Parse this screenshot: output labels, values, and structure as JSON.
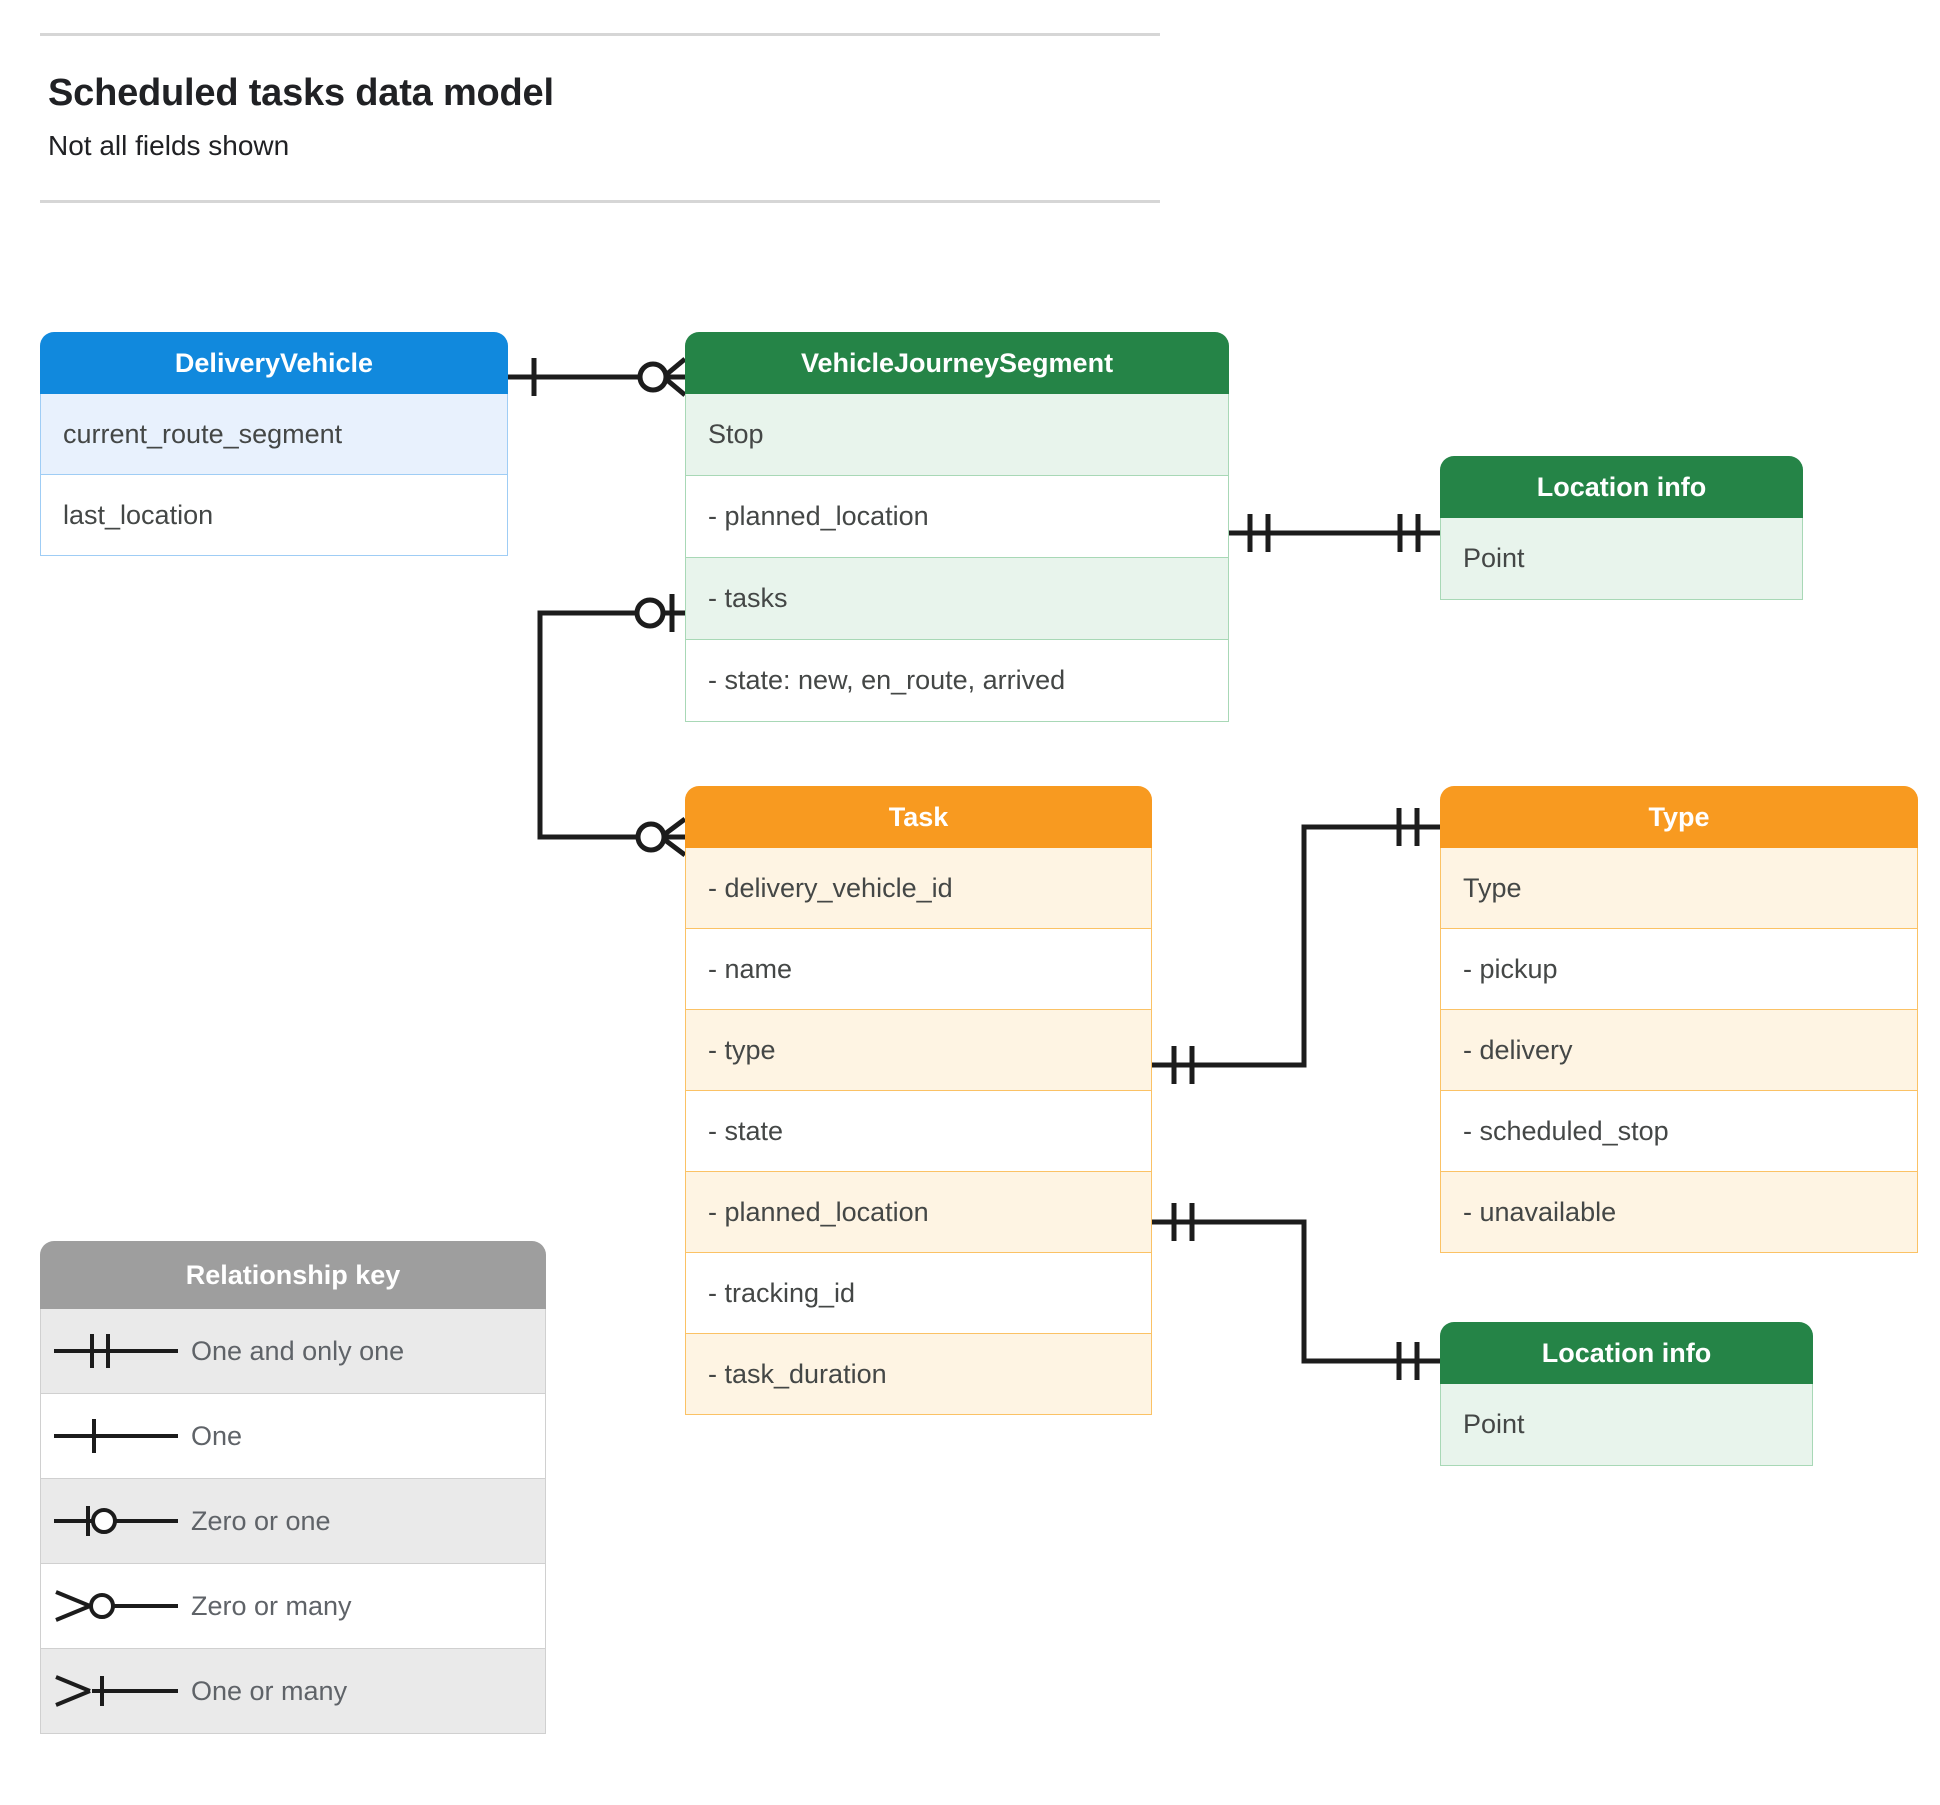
{
  "header": {
    "title": "Scheduled tasks data model",
    "subtitle": "Not all fields shown"
  },
  "entities": {
    "delivery_vehicle": {
      "title": "DeliveryVehicle",
      "color": "#1189dd",
      "rows": [
        {
          "label": "current_route_segment"
        },
        {
          "label": "last_location"
        }
      ]
    },
    "vehicle_journey_segment": {
      "title": "VehicleJourneySegment",
      "color": "#258447",
      "rows": [
        {
          "label": "Stop"
        },
        {
          "label": "-  planned_location"
        },
        {
          "label": "- tasks"
        },
        {
          "label": "- state: new, en_route, arrived"
        }
      ]
    },
    "location_info_top": {
      "title": "Location info",
      "color": "#258447",
      "rows": [
        {
          "label": "Point"
        }
      ]
    },
    "location_info_bottom": {
      "title": "Location info",
      "color": "#258447",
      "rows": [
        {
          "label": "Point"
        }
      ]
    },
    "task": {
      "title": "Task",
      "color": "#f89a20",
      "rows": [
        {
          "label": "- delivery_vehicle_id"
        },
        {
          "label": "- name"
        },
        {
          "label": "- type"
        },
        {
          "label": "- state"
        },
        {
          "label": "- planned_location"
        },
        {
          "label": "- tracking_id"
        },
        {
          "label": "- task_duration"
        }
      ]
    },
    "type": {
      "title": "Type",
      "color": "#f89a20",
      "rows": [
        {
          "label": "Type"
        },
        {
          "label": "-   pickup"
        },
        {
          "label": "-   delivery"
        },
        {
          "label": "-   scheduled_stop"
        },
        {
          "label": "-   unavailable"
        }
      ]
    }
  },
  "legend": {
    "title": "Relationship key",
    "items": [
      {
        "symbol": "one-and-only-one",
        "label": "One and only one"
      },
      {
        "symbol": "one",
        "label": "One"
      },
      {
        "symbol": "zero-or-one",
        "label": "Zero or one"
      },
      {
        "symbol": "zero-or-many",
        "label": "Zero or many"
      },
      {
        "symbol": "one-or-many",
        "label": "One or many"
      }
    ]
  },
  "relationships": [
    {
      "from": "DeliveryVehicle",
      "from_cardinality": "one",
      "to": "VehicleJourneySegment",
      "to_cardinality": "zero-or-many"
    },
    {
      "from": "VehicleJourneySegment.planned_location",
      "from_cardinality": "one-and-only-one",
      "to": "Location info",
      "to_cardinality": "one-and-only-one"
    },
    {
      "from": "VehicleJourneySegment.tasks",
      "from_cardinality": "zero-or-one",
      "to": "Task",
      "to_cardinality": "zero-or-many"
    },
    {
      "from": "Task.type",
      "from_cardinality": "one-and-only-one",
      "to": "Type",
      "to_cardinality": "one-and-only-one"
    },
    {
      "from": "Task.planned_location",
      "from_cardinality": "one-and-only-one",
      "to": "Location info",
      "to_cardinality": "one-and-only-one"
    }
  ],
  "colors": {
    "blue": "#1189dd",
    "green": "#258447",
    "orange": "#f89a20",
    "gray": "#9e9e9e",
    "line": "#1c1c1c",
    "text": "#444746",
    "title": "#202124"
  }
}
